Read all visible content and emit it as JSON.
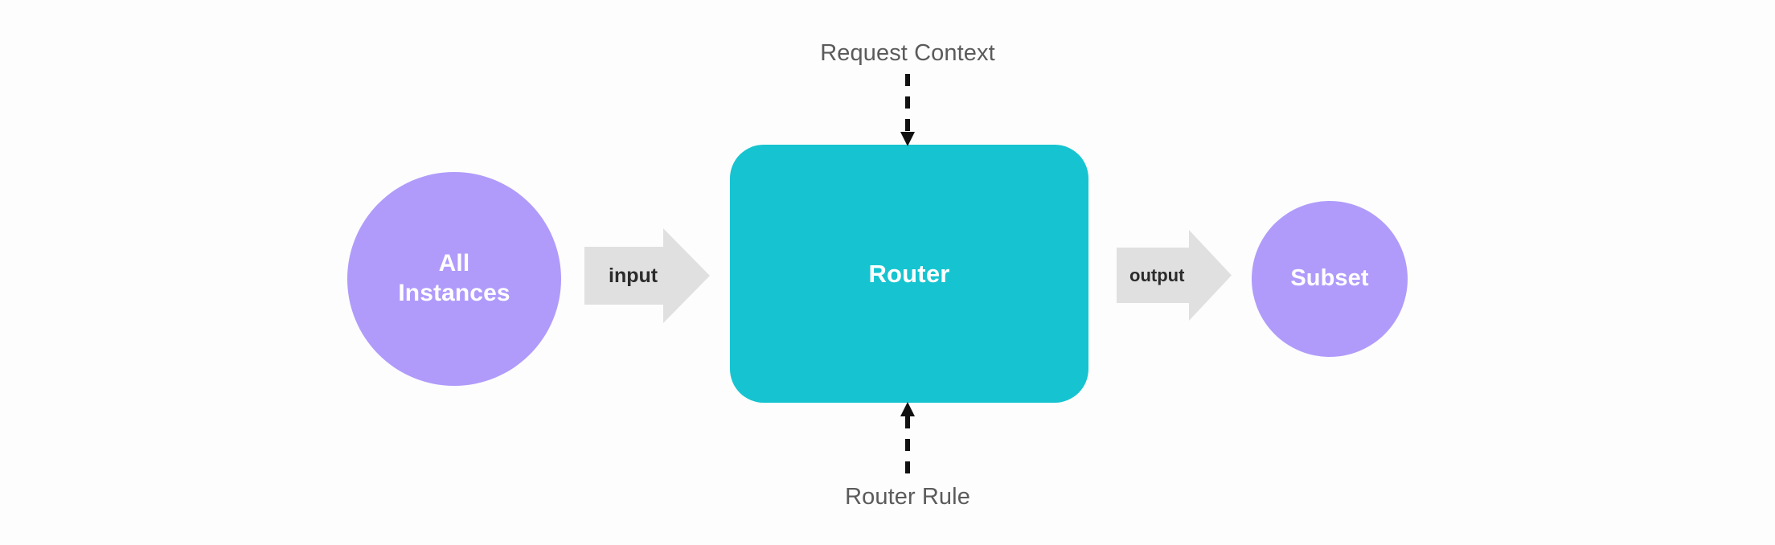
{
  "diagram": {
    "title": "Router request routing diagram",
    "background_color": "#fdfdfd",
    "nodes": {
      "all_instances": {
        "label": "All\nInstances",
        "shape": "circle",
        "color": "#b09bfb",
        "text_color": "#ffffff"
      },
      "router": {
        "label": "Router",
        "shape": "rounded-rectangle",
        "color": "#15c4d0",
        "text_color": "#ffffff"
      },
      "subset": {
        "label": "Subset",
        "shape": "circle",
        "color": "#b09bfb",
        "text_color": "#ffffff"
      }
    },
    "arrows": {
      "input": {
        "label": "input",
        "color": "#e0e0e0",
        "text_color": "#2b2b2b",
        "direction": "right"
      },
      "output": {
        "label": "output",
        "color": "#e0e0e0",
        "text_color": "#2b2b2b",
        "direction": "right"
      }
    },
    "connectors": {
      "request_context": {
        "label": "Request Context",
        "style": "dashed",
        "color": "#111111",
        "text_color": "#5b5b5b",
        "direction": "down"
      },
      "router_rule": {
        "label": "Router Rule",
        "style": "dashed",
        "color": "#111111",
        "text_color": "#5b5b5b",
        "direction": "up"
      }
    }
  }
}
